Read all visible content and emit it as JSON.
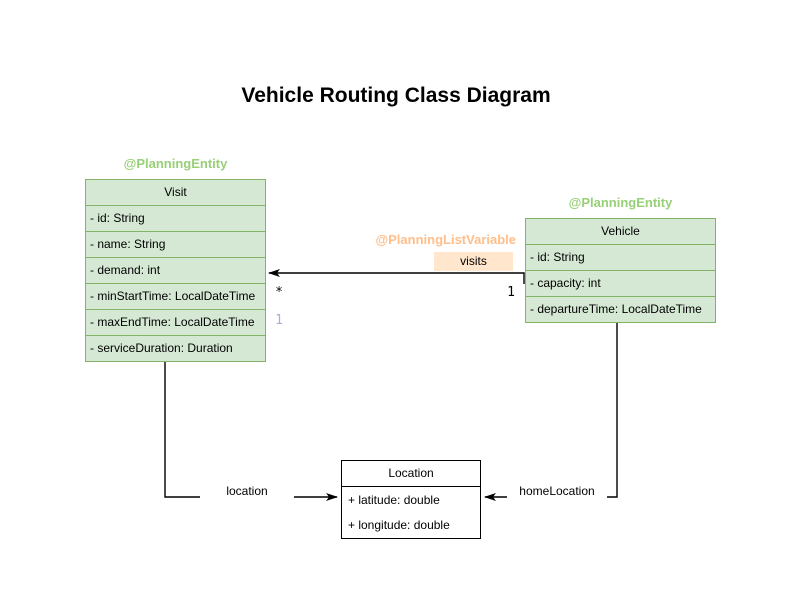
{
  "title": "Vehicle Routing Class Diagram",
  "colors": {
    "green-fill": "#d5e8d4",
    "green-border": "#82b366",
    "green-annotation": "#97d077",
    "orange-fill": "#ffe6cc",
    "orange-annotation": "#ffbe8a",
    "purple-marker": "#b8a8d8"
  },
  "classes": {
    "visit": {
      "annotation": "@PlanningEntity",
      "name": "Visit",
      "attributes": [
        "- id: String",
        "- name: String",
        "- demand: int",
        "- minStartTime: LocalDateTime",
        "- maxEndTime: LocalDateTime",
        "- serviceDuration: Duration"
      ]
    },
    "vehicle": {
      "annotation": "@PlanningEntity",
      "name": "Vehicle",
      "attributes": [
        "- id: String",
        "- capacity: int",
        "- departureTime: LocalDateTime"
      ]
    },
    "location": {
      "name": "Location",
      "attributes": [
        "+ latitude: double",
        "+ longitude: double"
      ]
    }
  },
  "relations": {
    "visits": {
      "annotation": "@PlanningListVariable",
      "label": "visits",
      "target_multiplicity": "*",
      "source_multiplicity": "1",
      "list_index_marker": "1"
    },
    "location_edge": {
      "label": "location"
    },
    "home_location_edge": {
      "label": "homeLocation"
    }
  }
}
